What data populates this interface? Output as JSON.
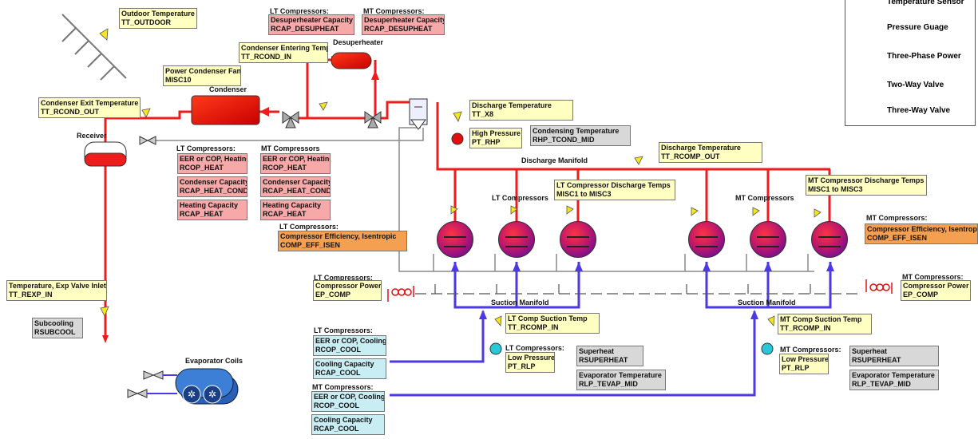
{
  "legend": {
    "temp_sensor": "Temperature Sensor",
    "pressure_gauge": "Pressure Guage",
    "three_phase": "Three-Phase Power",
    "two_way": "Two-Way Valve",
    "three_way": "Three-Way Valve"
  },
  "components": {
    "desuperheater": "Desuperheater",
    "condenser": "Condenser",
    "receiver": "Receiver",
    "discharge_manifold": "Discharge Manifold",
    "lt_compressors": "LT Compressors",
    "mt_compressors": "MT Compressors",
    "suction_manifold_lt": "Suction Manifold",
    "suction_manifold_mt": "Suction Manifold",
    "evaporator_coils": "Evaporator Coils"
  },
  "headers": {
    "lt_desup": "LT Compressors:",
    "mt_desup": "MT Compressors:",
    "lt_heat": "LT Compressors:",
    "mt_heat": "MT Compressors",
    "lt_eff": "LT Compressors:",
    "mt_eff": "MT Compressors:",
    "lt_power": "LT Compressors:",
    "mt_power": "MT Compressors:",
    "lt_cool": "LT Compressors:",
    "mt_cool": "MT Compressors:",
    "lt_lowp": "LT Compressors:",
    "mt_lowp": "MT Compressors:"
  },
  "boxes": {
    "outdoor": [
      "Outdoor Temperature",
      "TT_OUTDOOR"
    ],
    "lt_desup": [
      "Desuperheater Capacity",
      "RCAP_DESUPHEAT"
    ],
    "mt_desup": [
      "Desuperheater Capacity",
      "RCAP_DESUPHEAT"
    ],
    "cond_in": [
      "Condenser Entering Temp",
      "TT_RCOND_IN"
    ],
    "cond_fans": [
      "Power Condenser Fans",
      "MISC10"
    ],
    "cond_exit": [
      "Condenser Exit Temperature",
      "TT_RCOND_OUT"
    ],
    "disch_temp": [
      "Discharge Temperature",
      "TT_X8"
    ],
    "high_p": [
      "High Pressure",
      "PT_RHP"
    ],
    "cond_temp": [
      "Condensing Temperature",
      "RHP_TCOND_MID"
    ],
    "disch_rcomp": [
      "Discharge Temperature",
      "TT_RCOMP_OUT"
    ],
    "lt_eer_heat": [
      "EER or COP, Heating",
      "RCOP_HEAT"
    ],
    "lt_cond_cap": [
      "Condenser Capacity",
      "RCAP_HEAT_COND"
    ],
    "lt_heat_cap": [
      "Heating Capacity",
      "RCAP_HEAT"
    ],
    "mt_eer_heat": [
      "EER or COP, Heating",
      "RCOP_HEAT"
    ],
    "mt_cond_cap": [
      "Condenser Capacity",
      "RCAP_HEAT_COND"
    ],
    "mt_heat_cap": [
      "Heating Capacity",
      "RCAP_HEAT"
    ],
    "lt_disch_temps": [
      "LT Compressor Discharge Temps",
      "MISC1 to MISC3"
    ],
    "mt_disch_temps": [
      "MT Compressor Discharge Temps",
      "MISC1 to MISC3"
    ],
    "lt_eff": [
      "Compressor Efficiency, Isentropic",
      "COMP_EFF_ISEN"
    ],
    "mt_eff": [
      "Compressor Efficiency, Isentropic",
      "COMP_EFF_ISEN"
    ],
    "exp_valve": [
      "Temperature, Exp Valve Inlet",
      "TT_REXP_IN"
    ],
    "subcool": [
      "Subcooling",
      "RSUBCOOL"
    ],
    "lt_power": [
      "Compressor Power",
      "EP_COMP"
    ],
    "mt_power": [
      "Compressor Power",
      "EP_COMP"
    ],
    "lt_suction": [
      "LT Comp Suction Temp",
      "TT_RCOMP_IN"
    ],
    "mt_suction": [
      "MT Comp Suction Temp",
      "TT_RCOMP_IN"
    ],
    "lt_eer_cool": [
      "EER or COP, Cooling",
      "RCOP_COOL"
    ],
    "lt_cool_cap": [
      "Cooling Capacity",
      "RCAP_COOL"
    ],
    "mt_eer_cool": [
      "EER or COP, Cooling",
      "RCOP_COOL"
    ],
    "mt_cool_cap": [
      "Cooling Capacity",
      "RCAP_COOL"
    ],
    "lt_low_p": [
      "Low Pressure",
      "PT_RLP"
    ],
    "mt_low_p": [
      "Low Pressure",
      "PT_RLP"
    ],
    "lt_superheat": [
      "Superheat",
      "RSUPERHEAT"
    ],
    "mt_superheat": [
      "Superheat",
      "RSUPERHEAT"
    ],
    "lt_evap": [
      "Evaporator Temperature",
      "RLP_TEVAP_MID"
    ],
    "mt_evap": [
      "Evaporator Temperature",
      "RLP_TEVAP_MID"
    ]
  },
  "colors": {
    "hot_pipe": "#ee1c1c",
    "cold_pipe": "#4b39e6",
    "gray_pipe": "#8a8a8a",
    "sensor": "#f5e51f",
    "gauge_red": "#e01010",
    "gauge_cyan": "#27c9d8"
  }
}
